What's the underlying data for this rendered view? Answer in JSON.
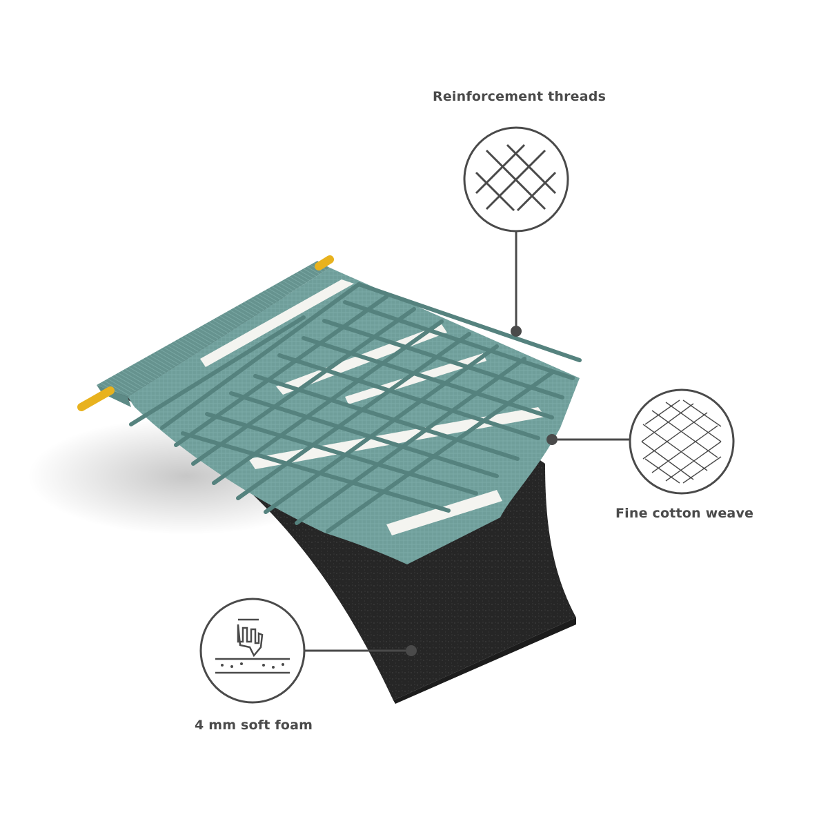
{
  "callouts": {
    "reinforcement": {
      "label": "Reinforcement threads",
      "icon": "crosshatch-icon"
    },
    "weave": {
      "label": "Fine cotton weave",
      "icon": "fine-mesh-icon"
    },
    "foam": {
      "label": "4 mm soft foam",
      "icon": "finger-press-foam-icon"
    }
  },
  "colors": {
    "fabric": "#6f9e9a",
    "thread": "#55827e",
    "foam": "#262626",
    "rod": "#e8b21e",
    "stripe": "#f4f4f0",
    "callout_stroke": "#4a4a4a",
    "label_text": "#4a4a4a"
  }
}
